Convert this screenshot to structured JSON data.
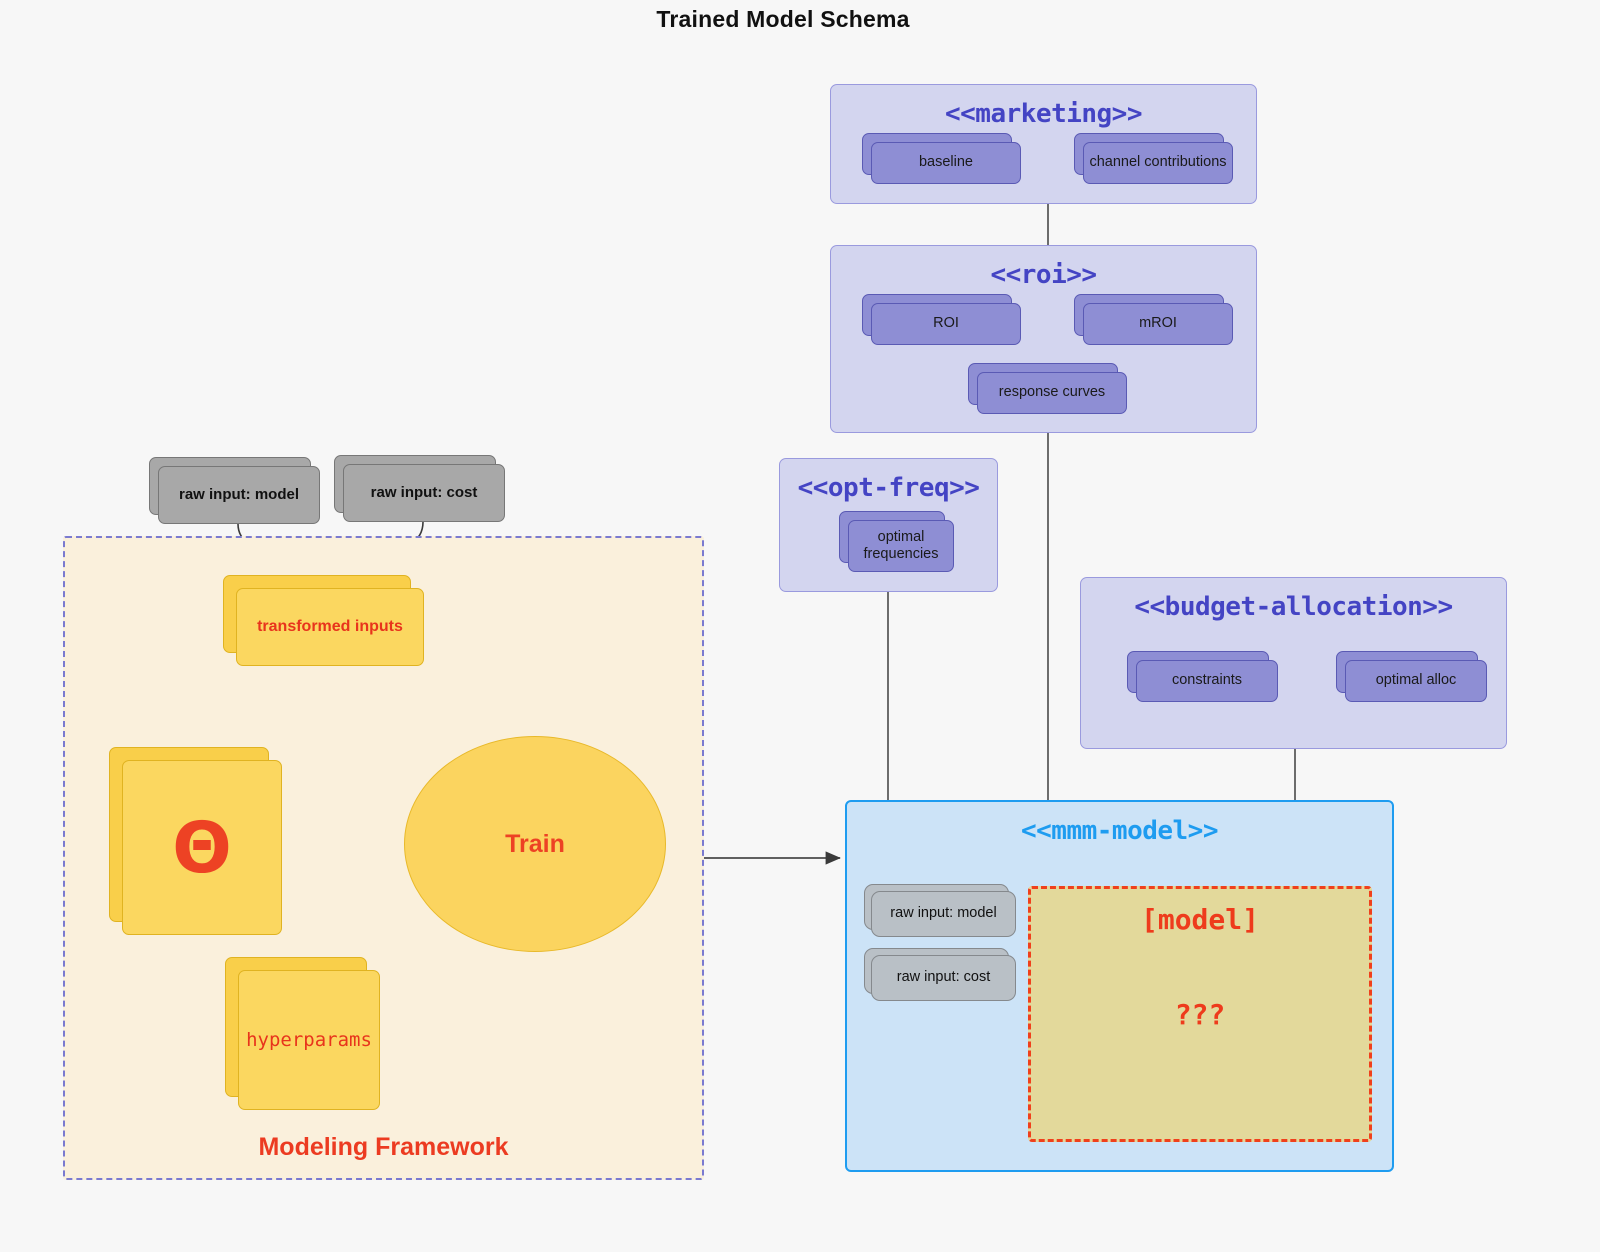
{
  "header": {
    "title": "Trained Model Schema"
  },
  "packages": {
    "marketing": {
      "title": "<<marketing>>",
      "nodes": [
        {
          "label": "baseline"
        },
        {
          "label": "channel contributions"
        }
      ]
    },
    "roi": {
      "title": "<<roi>>",
      "nodes": [
        {
          "label": "ROI"
        },
        {
          "label": "mROI"
        },
        {
          "label": "response curves"
        }
      ]
    },
    "opt_freq": {
      "title": "<<opt-freq>>",
      "nodes": [
        {
          "label": "optimal\nfrequencies"
        }
      ]
    },
    "budget_allocation": {
      "title": "<<budget-allocation>>",
      "nodes": [
        {
          "label": "constraints"
        },
        {
          "label": "optimal alloc"
        }
      ]
    },
    "mmm_model": {
      "title": "<<mmm-model>>",
      "inputs": [
        {
          "label": "raw input: model"
        },
        {
          "label": "raw input: cost"
        }
      ],
      "model_box": {
        "title": "[model]",
        "body": "???"
      }
    }
  },
  "framework": {
    "label": "Modeling Framework",
    "raw_inputs": [
      {
        "label": "raw input: model"
      },
      {
        "label": "raw input: cost"
      }
    ],
    "transformed_inputs": "transformed inputs",
    "theta": "Θ",
    "hyperparams": "hyperparams",
    "train": "Train"
  },
  "colors": {
    "background": "#f7f7f7",
    "package_fill": "#d3d5ef",
    "package_border": "#9a9ade",
    "package_title": "#4444c4",
    "node_fill": "#8e8ed4",
    "node_border": "#5a5ab4",
    "mmm_fill": "#cce3f7",
    "mmm_border": "#1e9cf0",
    "mmm_title": "#1e9cf0",
    "framework_fill": "#faf0dc",
    "framework_border": "#7a7ad0",
    "accent_red": "#ed4224",
    "yellow_fill": "#fbd760",
    "yellow_border": "#e0b321",
    "gray_fill": "#a8a8a8",
    "model_box_fill": "#e3d99b",
    "model_box_border": "#f0401c"
  }
}
